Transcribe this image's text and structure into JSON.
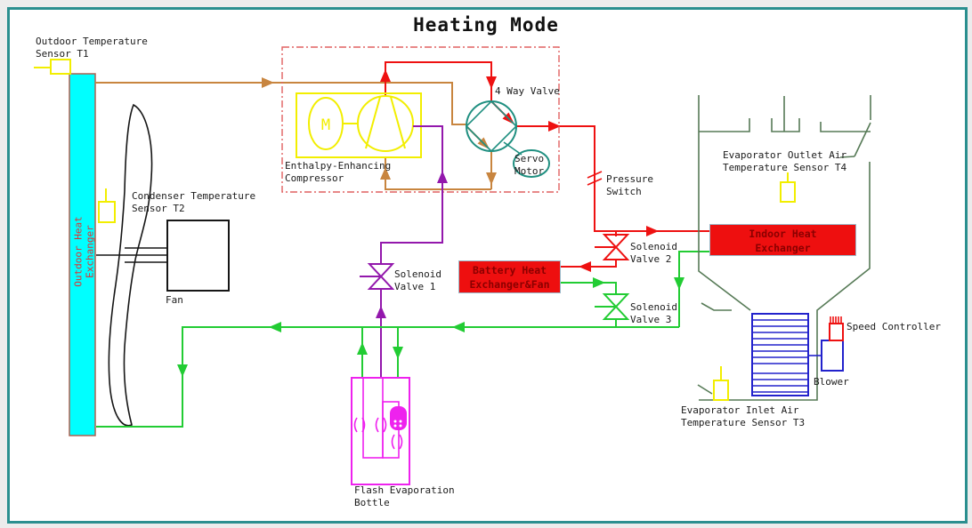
{
  "title": "Heating Mode",
  "labels": {
    "outdoor_temp_sensor": "Outdoor Temperature\nSensor T1",
    "condenser_temp_sensor": "Condenser Temperature\nSensor T2",
    "outdoor_heat_exchanger": "Outdoor Heat\nExchanger",
    "fan": "Fan",
    "compressor": "Enthalpy-Enhancing\nCompressor",
    "four_way_valve": "4 Way Valve",
    "servo_motor": "Servo\nMotor",
    "pressure_switch": "Pressure\nSwitch",
    "solenoid_valve_1": "Solenoid\nValve 1",
    "solenoid_valve_2": "Solenoid\nValve 2",
    "solenoid_valve_3": "Solenoid\nValve 3",
    "battery_heat_exchanger": "Battery Heat\nExchanger&Fan",
    "indoor_heat_exchanger": "Indoor Heat\nExchanger",
    "evaporator_outlet_sensor": "Evaporator Outlet Air\nTemperature Sensor T4",
    "evaporator_inlet_sensor": "Evaporator Inlet Air\nTemperature Sensor T3",
    "speed_controller": "Speed Controller",
    "blower": "Blower",
    "flash_evaporation_bottle": "Flash Evaporation\nBottle",
    "motor_m": "M"
  },
  "colors": {
    "teal": "#2a8f8f",
    "red": "#ee1111",
    "green": "#22cc33",
    "tan": "#c8853f",
    "purple": "#9318ac",
    "duct": "#567a56",
    "magenta": "#ee22ee",
    "yellow": "#f2ee00",
    "cyan": "#00ffff",
    "blue": "#2222cc",
    "valveteal": "#1f8f80",
    "boxred": "#ee0f0f",
    "boxtext": "#8b0000"
  }
}
